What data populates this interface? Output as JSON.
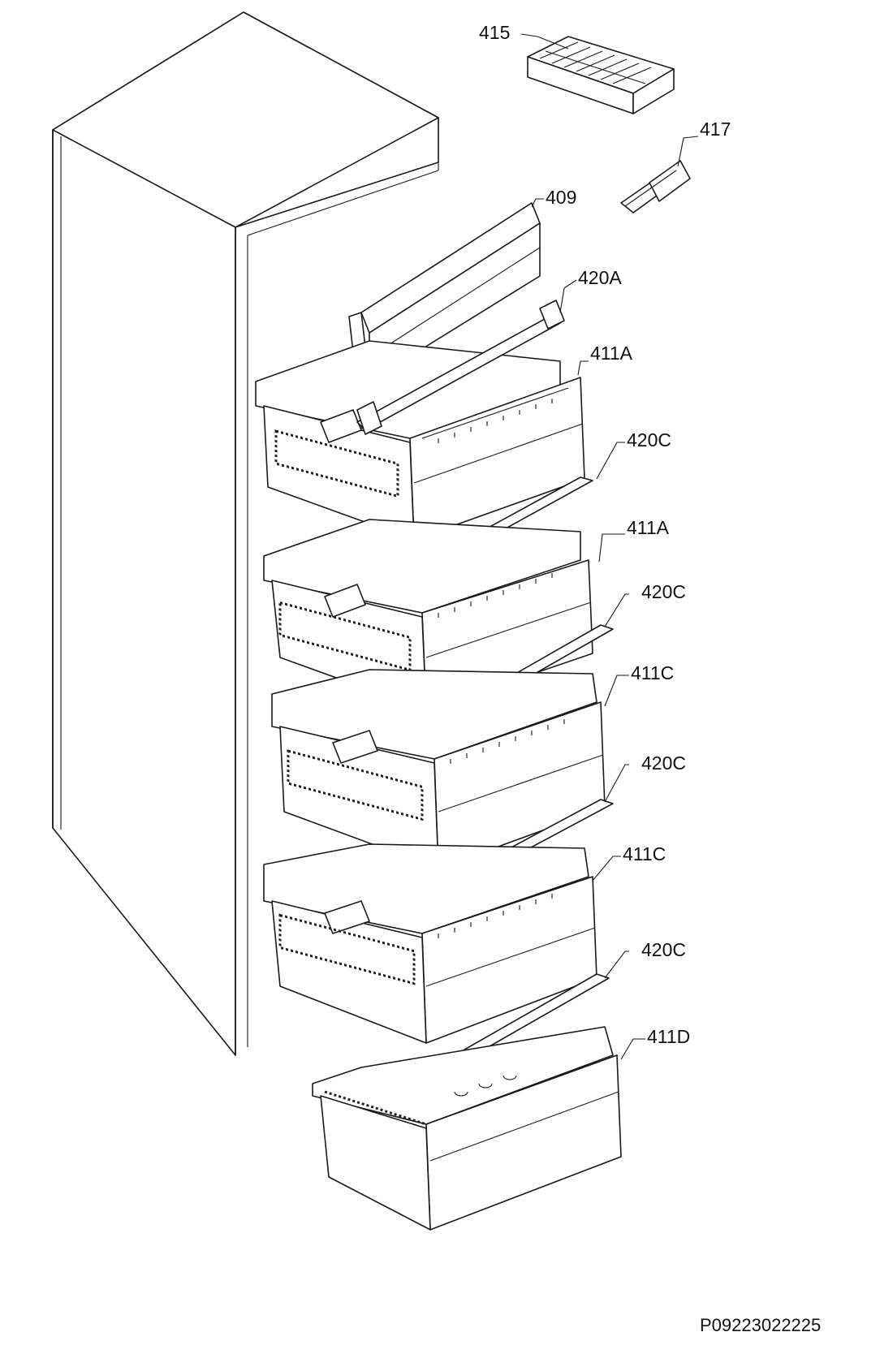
{
  "diagram": {
    "type": "exploded parts diagram",
    "callouts": [
      {
        "id": "c415",
        "text": "415"
      },
      {
        "id": "c417",
        "text": "417"
      },
      {
        "id": "c409",
        "text": "409"
      },
      {
        "id": "c420A",
        "text": "420A"
      },
      {
        "id": "c411A_1",
        "text": "411A"
      },
      {
        "id": "c420C_1",
        "text": "420C"
      },
      {
        "id": "c411A_2",
        "text": "411A"
      },
      {
        "id": "c420C_2",
        "text": "420C"
      },
      {
        "id": "c411C_1",
        "text": "411C"
      },
      {
        "id": "c420C_3",
        "text": "420C"
      },
      {
        "id": "c411C_2",
        "text": "411C"
      },
      {
        "id": "c420C_4",
        "text": "420C"
      },
      {
        "id": "c411D",
        "text": "411D"
      }
    ],
    "drawing_code": "P09223022225"
  }
}
